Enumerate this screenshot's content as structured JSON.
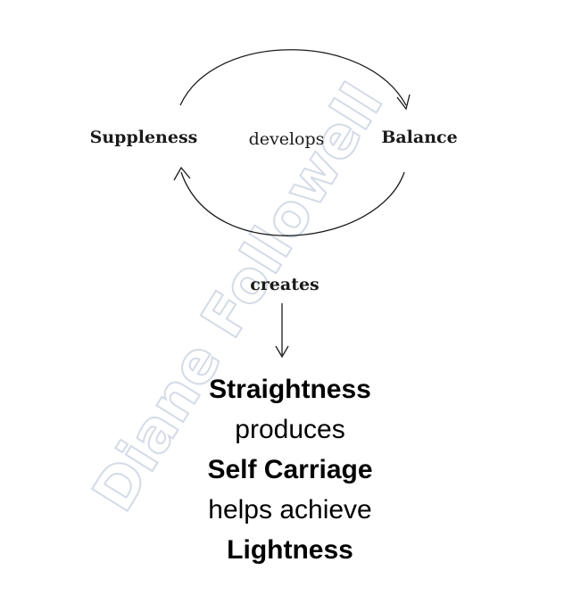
{
  "diagram": {
    "cycle": {
      "left_node": "Suppleness",
      "right_node": "Balance",
      "center_label": "develops"
    },
    "connector": {
      "label": "creates"
    },
    "sequence": [
      {
        "text": "Straightness",
        "bold": true
      },
      {
        "text": "produces",
        "bold": false
      },
      {
        "text": "Self Carriage",
        "bold": true
      },
      {
        "text": "helps achieve",
        "bold": false
      },
      {
        "text": "Lightness",
        "bold": true
      }
    ],
    "watermark": "Diane Followell",
    "colors": {
      "text": "#000000",
      "line": "#1a1a1a",
      "watermark_outline": "#d4dbe6"
    }
  }
}
